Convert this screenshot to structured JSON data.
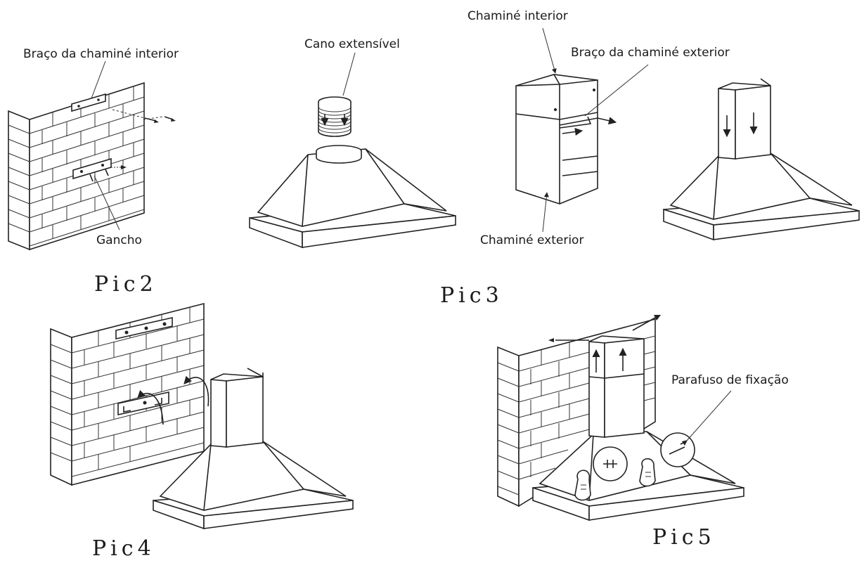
{
  "labels": {
    "braco_interior": "Braço da chaminé interior",
    "gancho": "Gancho",
    "cano_extensivel": "Cano extensível",
    "chamine_interior": "Chaminé interior",
    "braco_exterior": "Braço da chaminé exterior",
    "chamine_exterior": "Chaminé exterior",
    "parafuso": "Parafuso de fixação"
  },
  "captions": {
    "pic2": "Pic2",
    "pic3": "Pic3",
    "pic4": "Pic4",
    "pic5": "Pic5"
  }
}
